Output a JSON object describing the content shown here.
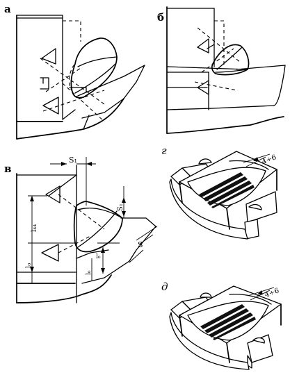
{
  "panels": {
    "a": {
      "label": "а"
    },
    "b": {
      "label": "б"
    },
    "v": {
      "label": "в",
      "dims": {
        "s1": "S₁",
        "s": "S",
        "s_right": "S₁",
        "l_upper": "l₄₄",
        "l_lower": "l₀",
        "l_bottom": "l₀",
        "l_side": "l₀"
      }
    },
    "g": {
      "label": "г",
      "gap": "4÷6"
    },
    "d": {
      "label": "д",
      "gap": "4÷6"
    }
  }
}
